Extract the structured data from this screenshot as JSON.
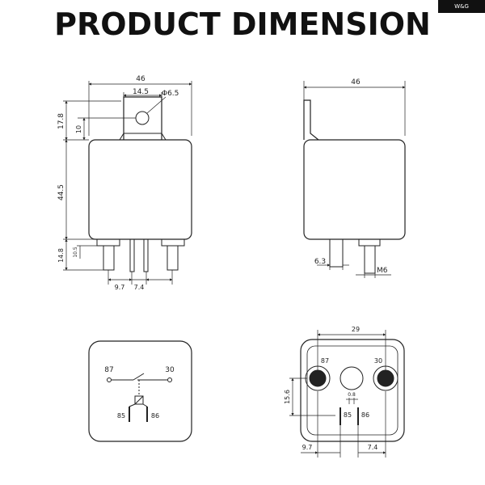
{
  "header": {
    "title": "PRODUCT DIMENSION",
    "brand": "W&G"
  },
  "front_view": {
    "width_label": "46",
    "tab_width_label": "14.5",
    "hole_label": "Φ6.5",
    "tab_height_label": "17.8",
    "hole_offset_label": "10",
    "body_height_label": "44.5",
    "pin_length_label": "14.8",
    "pin_short_label": "10.5",
    "pin_spacing_left_label": "9.7",
    "pin_spacing_right_label": "7.4"
  },
  "side_view": {
    "width_label": "46",
    "terminal_width_label": "6.3",
    "thread_label": "M6"
  },
  "schematic": {
    "pin_87": "87",
    "pin_30": "30",
    "pin_85": "85",
    "pin_86": "86"
  },
  "bottom_view": {
    "spacing_label": "29",
    "pin_87": "87",
    "pin_30": "30",
    "pin_85": "85",
    "pin_86": "86",
    "small_spacing_label": "0.8",
    "height_label": "15.6",
    "left_offset_label": "9.7",
    "right_offset_label": "7.4"
  }
}
